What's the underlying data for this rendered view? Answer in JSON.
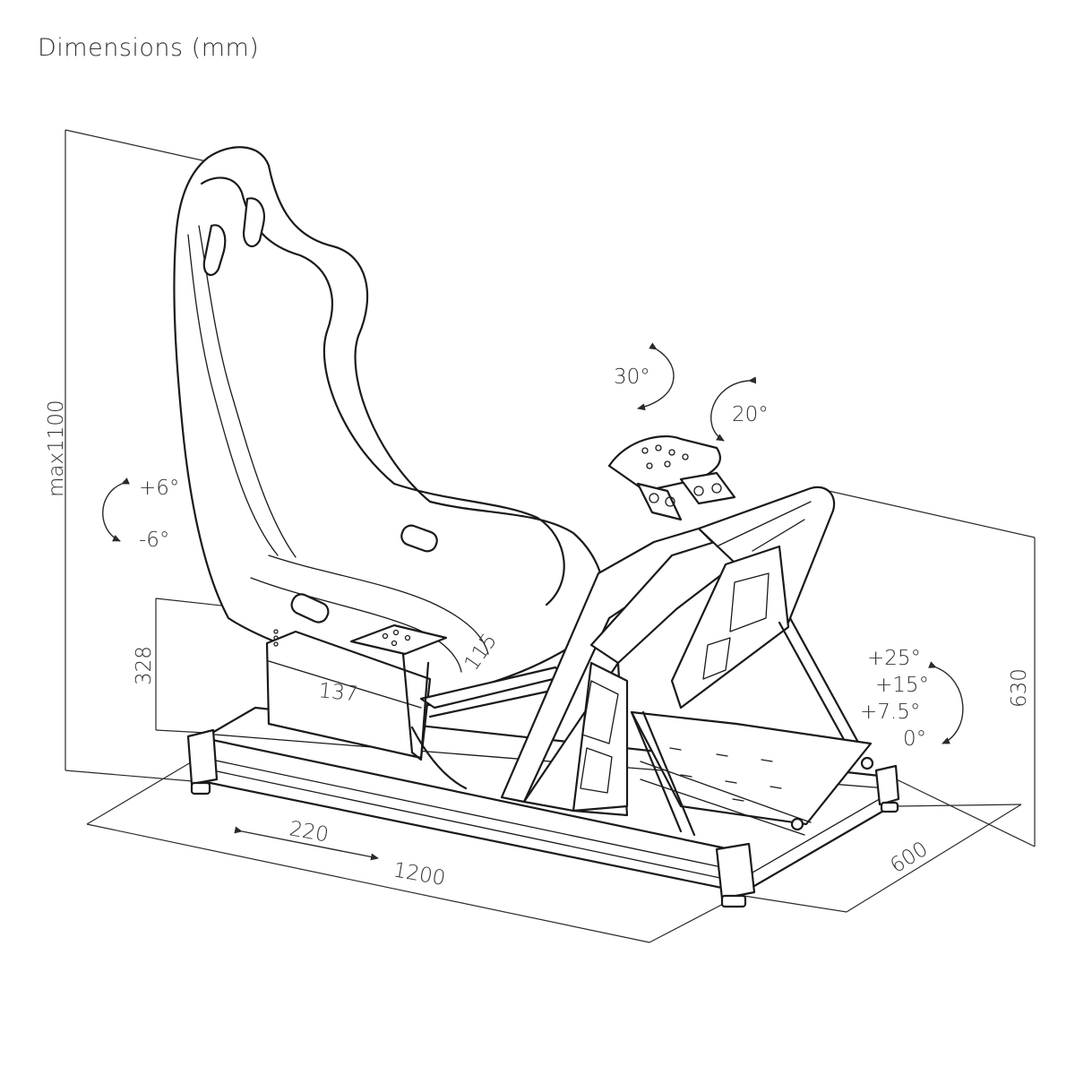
{
  "title": "Dimensions (mm)",
  "dimensions": {
    "height_max": "max1100",
    "seat_height": "328",
    "seat_depth": "137",
    "seat_offset": "115",
    "front_height": "630",
    "slide_travel": "220",
    "length": "1200",
    "width": "600"
  },
  "angles": {
    "seat_tilt_up": "+6°",
    "seat_tilt_down": "-6°",
    "shifter_rotation": "30°",
    "shifter_tilt": "20°",
    "pedal_angles": [
      "+25°",
      "+15°",
      "+7.5°",
      "0°"
    ]
  },
  "colors": {
    "line": "#1a1a1a",
    "text": "#333333",
    "background": "#ffffff"
  }
}
